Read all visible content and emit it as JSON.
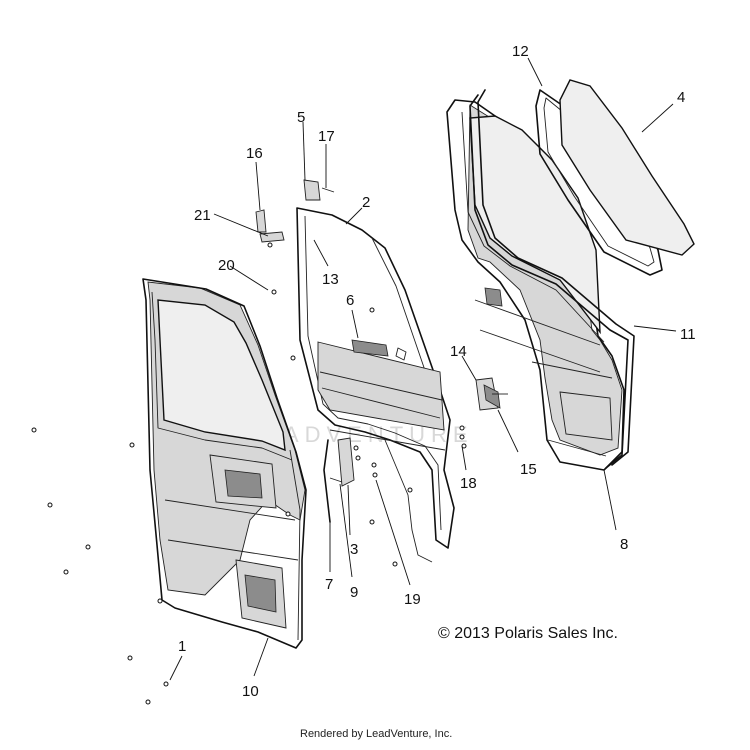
{
  "callouts": [
    {
      "n": "1",
      "id": "callout-1"
    },
    {
      "n": "2",
      "id": "callout-2"
    },
    {
      "n": "3",
      "id": "callout-3"
    },
    {
      "n": "4",
      "id": "callout-4"
    },
    {
      "n": "5",
      "id": "callout-5"
    },
    {
      "n": "6",
      "id": "callout-6"
    },
    {
      "n": "7",
      "id": "callout-7"
    },
    {
      "n": "8",
      "id": "callout-8"
    },
    {
      "n": "9",
      "id": "callout-9"
    },
    {
      "n": "10",
      "id": "callout-10"
    },
    {
      "n": "11",
      "id": "callout-11"
    },
    {
      "n": "12",
      "id": "callout-12"
    },
    {
      "n": "13",
      "id": "callout-13"
    },
    {
      "n": "14",
      "id": "callout-14"
    },
    {
      "n": "15",
      "id": "callout-15"
    },
    {
      "n": "16",
      "id": "callout-16"
    },
    {
      "n": "17",
      "id": "callout-17"
    },
    {
      "n": "18",
      "id": "callout-18"
    },
    {
      "n": "19",
      "id": "callout-19"
    },
    {
      "n": "20",
      "id": "callout-20"
    },
    {
      "n": "21",
      "id": "callout-21"
    }
  ],
  "copyright": "© 2013 Polaris Sales Inc.",
  "watermark": "LEADVENTURE",
  "footer": "Rendered by LeadVenture, Inc."
}
